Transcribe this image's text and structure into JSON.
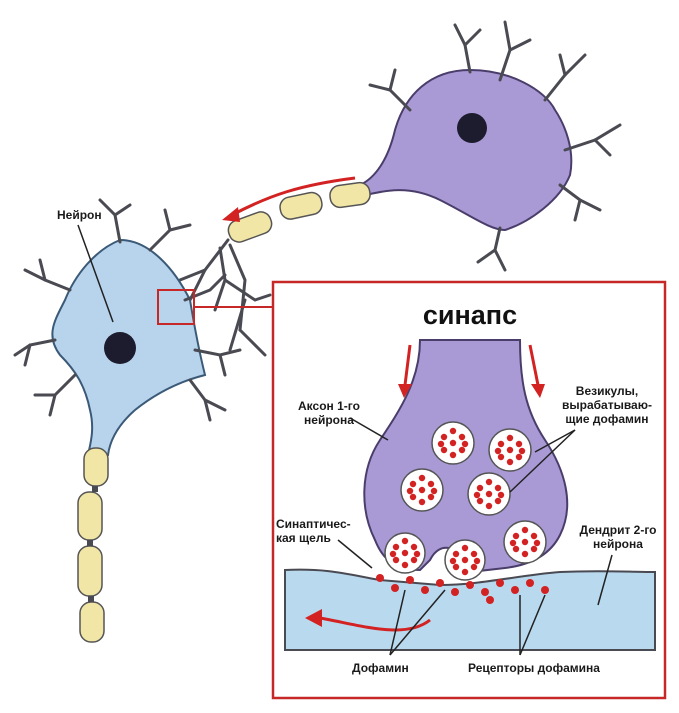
{
  "labels": {
    "neuron": "Нейрон",
    "synapse_title": "синапс",
    "axon_1": [
      "Аксон 1-го",
      "нейрона"
    ],
    "vesicles": [
      "Везикулы,",
      "вырабатываю-",
      "щие дофамин"
    ],
    "synaptic_cleft": [
      "Синаптичес-",
      "кая щель"
    ],
    "dendrite_2": [
      "Дендрит 2-го",
      "нейрона"
    ],
    "dopamine": "Дофамин",
    "receptors": "Рецепторы дофамина"
  },
  "colors": {
    "neuron_1": "#b8d3ec",
    "neuron_2": "#a99ad6",
    "axon_segment": "#f2e6a6",
    "frame": "#c62828",
    "dopamine": "#d32222",
    "cleft": "#b9d9ef",
    "arrow": "#d32222"
  },
  "icons": [
    "nucleus-icon",
    "signal-arrow-icon",
    "dopamine-dot-icon"
  ]
}
